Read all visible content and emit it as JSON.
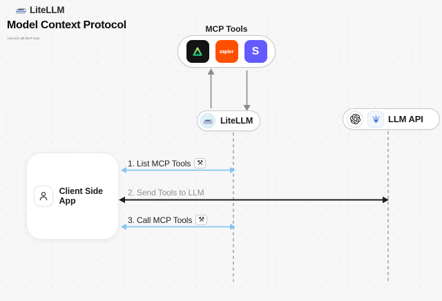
{
  "header": {
    "brand": "LiteLLM",
    "title": "Model Context Protocol",
    "subtitle": "List and call MCP tools"
  },
  "mcp_tools": {
    "label": "MCP Tools",
    "icons": [
      {
        "name": "green-triangle-tool-icon"
      },
      {
        "name": "zapier-icon",
        "label": "zapier"
      },
      {
        "name": "stripe-icon",
        "label": "S"
      }
    ]
  },
  "nodes": {
    "litellm": {
      "label": "LiteLLM",
      "icon": "train-icon"
    },
    "llm_api": {
      "label": "LLM API",
      "icons": [
        "openai-icon",
        "blue-llm-provider-icon"
      ]
    },
    "client": {
      "label": "Client Side App",
      "icon": "person-icon"
    }
  },
  "sequence": {
    "steps": [
      {
        "label": "1. List MCP Tools",
        "tool_icon": true,
        "arrow_color": "blue"
      },
      {
        "label": "2. Send Tools to LLM",
        "tool_icon": false,
        "arrow_color": "black"
      },
      {
        "label": "3. Call MCP Tools",
        "tool_icon": true,
        "arrow_color": "blue"
      }
    ]
  },
  "icons": {
    "tools_glyph": "⚒"
  },
  "colors": {
    "background": "#f7f7f8",
    "arrow_blue": "#84c7f0",
    "arrow_black": "#1e1e1e",
    "arrow_gray": "#8b8b8f",
    "lifeline_gray": "#a3a3a8",
    "zapier_orange": "#ff4f00",
    "stripe_purple": "#635bff",
    "triangle_green_start": "#c8e86a",
    "triangle_green_end": "#18c37d"
  }
}
